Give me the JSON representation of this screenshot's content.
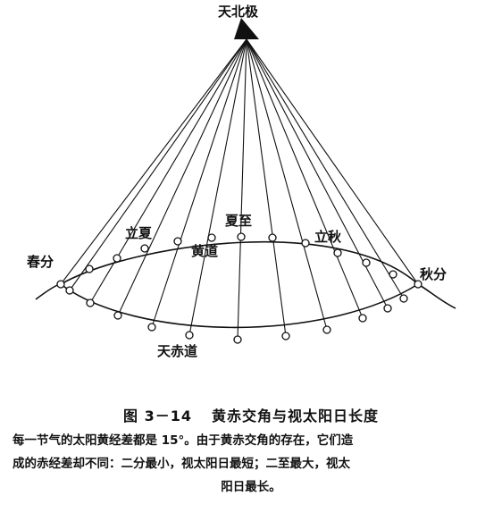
{
  "labels": {
    "north_pole": "天北极",
    "spring_equinox": "春分",
    "autumn_equinox": "秋分",
    "start_summer": "立夏",
    "summer_solstice": "夏至",
    "start_autumn": "立秋",
    "ecliptic": "黄道",
    "equator": "天赤道"
  },
  "caption": {
    "number": "图 3－14",
    "title": "黄赤交角与视太阳日长度",
    "line1": "每一节气的太阳黄经差都是 15°。由于黄赤交角的存在，它们造",
    "line2": "成的赤经差却不同：二分最小，视太阳日最短；二至最大，视太",
    "line3": "阳日最长。"
  }
}
